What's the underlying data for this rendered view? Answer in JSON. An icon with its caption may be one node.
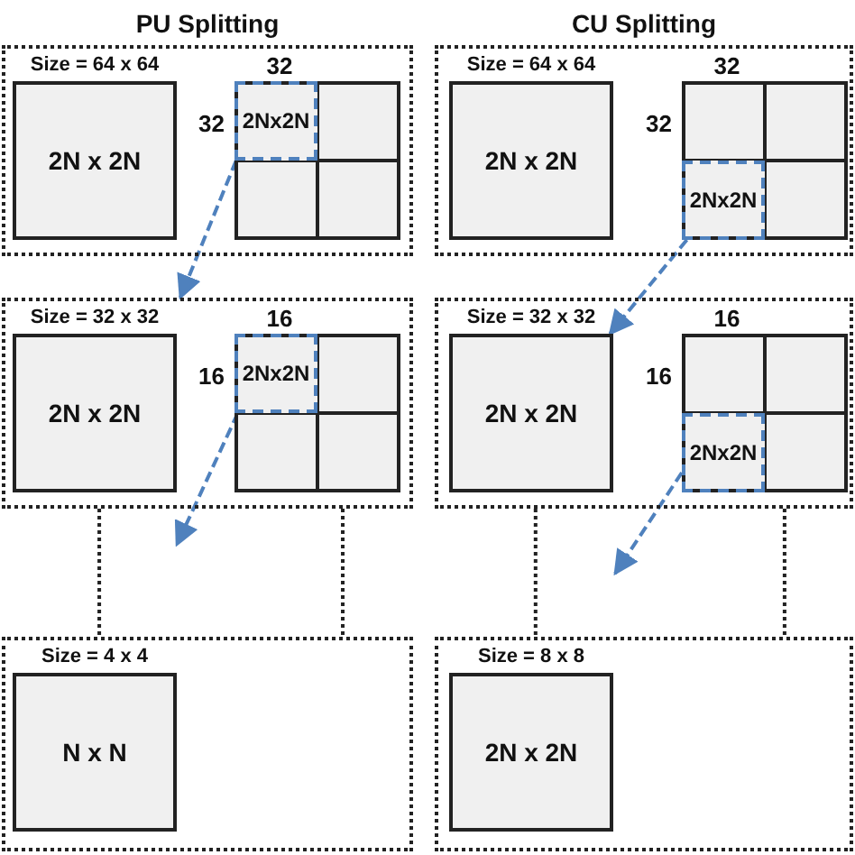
{
  "diagram": {
    "nodes": [
      {
        "text": [],
        "shape": "box"
      },
      {
        "text": [
          "Size = 64 x 64",
          "2N x 2N"
        ],
        "in": 0
      },
      {
        "text": [],
        "shape": "box",
        "in": 0,
        "beside": [
          "32",
          "32"
        ]
      },
      {
        "text": [
          "2Nx2N"
        ],
        "in": 2
      },
      {
        "text": [],
        "shape": "box",
        "in": 2
      },
      {
        "text": [],
        "shape": "box",
        "in": 2
      },
      {
        "text": [],
        "shape": "box",
        "in": 2
      },
      {
        "text": [],
        "shape": "box"
      },
      {
        "text": [
          "Size = 64 x 64",
          "2N x 2N"
        ],
        "in": 7
      },
      {
        "text": [],
        "shape": "box",
        "in": 7,
        "beside": [
          "32",
          "32"
        ]
      },
      {
        "text": [],
        "shape": "box",
        "in": 9
      },
      {
        "text": [],
        "shape": "box",
        "in": 9
      },
      {
        "text": [
          "2Nx2N"
        ],
        "in": 9
      },
      {
        "text": [],
        "shape": "box",
        "in": 9
      },
      {
        "text": [],
        "shape": "box"
      },
      {
        "text": [
          "Size = 32 x 32",
          "2N x 2N"
        ],
        "in": 14
      },
      {
        "text": [],
        "shape": "box",
        "in": 14,
        "beside": [
          "16",
          "16"
        ]
      },
      {
        "text": [
          "2Nx2N"
        ],
        "in": 16
      },
      {
        "text": [],
        "shape": "box",
        "in": 16
      },
      {
        "text": [],
        "shape": "box",
        "in": 16
      },
      {
        "text": [],
        "shape": "box",
        "in": 16
      },
      {
        "text": [],
        "shape": "box"
      },
      {
        "text": [
          "Size = 32 x 32",
          "2N x 2N"
        ],
        "in": 21
      },
      {
        "text": [],
        "shape": "box",
        "in": 21,
        "beside": [
          "16",
          "16"
        ]
      },
      {
        "text": [],
        "shape": "box",
        "in": 23
      },
      {
        "text": [],
        "shape": "box",
        "in": 23
      },
      {
        "text": [
          "2Nx2N"
        ],
        "in": 23
      },
      {
        "text": [],
        "shape": "box",
        "in": 23
      },
      {
        "text": [],
        "shape": "box"
      },
      {
        "text": [
          "Size = 4 x 4",
          "N x N"
        ],
        "in": 28
      },
      {
        "text": [],
        "shape": "box"
      },
      {
        "text": [
          "Size = 8 x 8",
          "2N x 2N"
        ],
        "in": 30
      }
    ],
    "edges": [
      {
        "from": 3,
        "to": 14,
        "arrow": "to",
        "style": "dashed",
        "color": "#4f81bd"
      },
      {
        "from": 17,
        "to": null,
        "arrow": "to",
        "style": "dashed",
        "color": "#4f81bd"
      },
      {
        "from": 12,
        "to": 22,
        "arrow": "to",
        "style": "dashed",
        "color": "#4f81bd"
      },
      {
        "from": 26,
        "to": null,
        "arrow": "to",
        "style": "dashed",
        "color": "#4f81bd"
      },
      {
        "from": 14,
        "to": 28,
        "arrow": "none",
        "style": "dashed",
        "color": "#222222"
      },
      {
        "from": 14,
        "to": 28,
        "arrow": "none",
        "style": "dashed",
        "color": "#222222"
      },
      {
        "from": 21,
        "to": 30,
        "arrow": "none",
        "style": "dashed",
        "color": "#222222"
      },
      {
        "from": 21,
        "to": 30,
        "arrow": "none",
        "style": "dashed",
        "color": "#222222"
      }
    ],
    "labels": [
      "PU Splitting",
      "CU Splitting"
    ]
  }
}
